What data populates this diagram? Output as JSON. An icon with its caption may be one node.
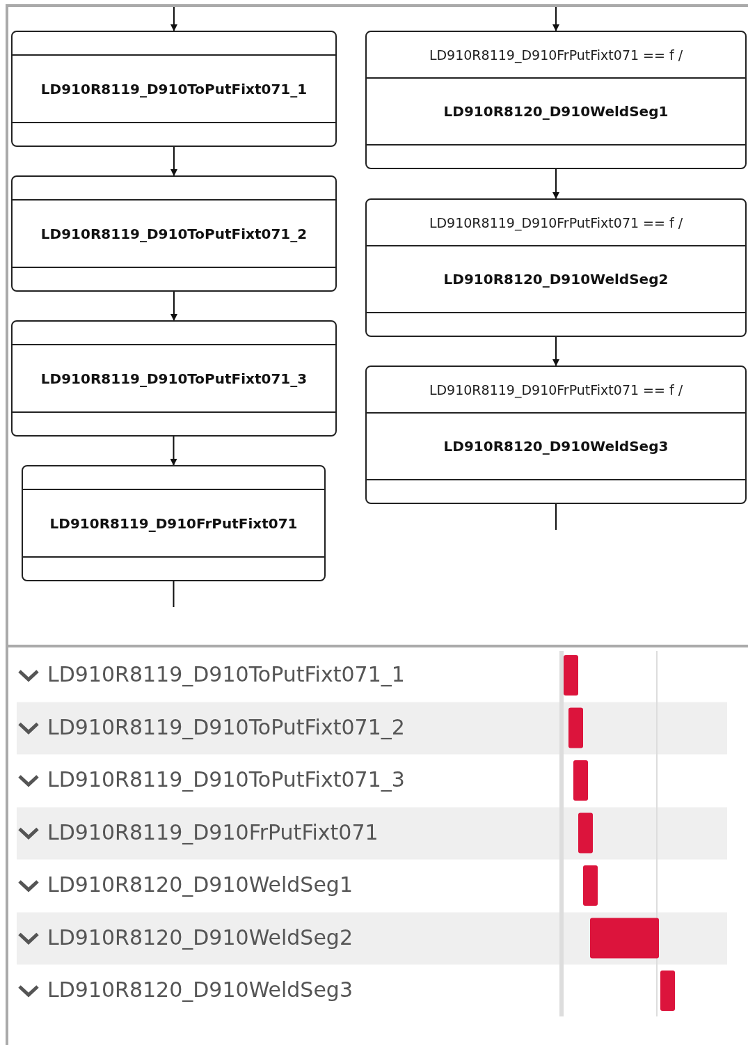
{
  "diagram": {
    "nodes": [
      {
        "text": [
          "LD910R8119_D910ToPutFixt071_1"
        ]
      },
      {
        "text": [
          "LD910R8119_D910ToPutFixt071_2"
        ]
      },
      {
        "text": [
          "LD910R8119_D910ToPutFixt071_3"
        ]
      },
      {
        "text": [
          "LD910R8119_D910FrPutFixt071"
        ]
      },
      {
        "text": [
          "LD910R8119_D910FrPutFixt071 == f /",
          "LD910R8120_D910WeldSeg1"
        ]
      },
      {
        "text": [
          "LD910R8119_D910FrPutFixt071 == f /",
          "LD910R8120_D910WeldSeg2"
        ]
      },
      {
        "text": [
          "LD910R8119_D910FrPutFixt071 == f /",
          "LD910R8120_D910WeldSeg3"
        ]
      }
    ],
    "edges": [
      {
        "from": null,
        "to": 0,
        "arrow": "to"
      },
      {
        "from": 0,
        "to": 1,
        "arrow": "to"
      },
      {
        "from": 1,
        "to": 2,
        "arrow": "to"
      },
      {
        "from": 2,
        "to": 3,
        "arrow": "to"
      },
      {
        "from": 3,
        "to": null,
        "arrow": "none"
      },
      {
        "from": null,
        "to": 4,
        "arrow": "to"
      },
      {
        "from": 4,
        "to": 5,
        "arrow": "to"
      },
      {
        "from": 5,
        "to": 6,
        "arrow": "to"
      },
      {
        "from": 6,
        "to": null,
        "arrow": "none"
      }
    ],
    "labels": [
      "LD910R8119_D910ToPutFixt071_1",
      "LD910R8119_D910ToPutFixt071_2",
      "LD910R8119_D910ToPutFixt071_3",
      "LD910R8119_D910FrPutFixt071",
      "LD910R8120_D910WeldSeg1",
      "LD910R8120_D910WeldSeg2",
      "LD910R8120_D910WeldSeg3"
    ]
  }
}
